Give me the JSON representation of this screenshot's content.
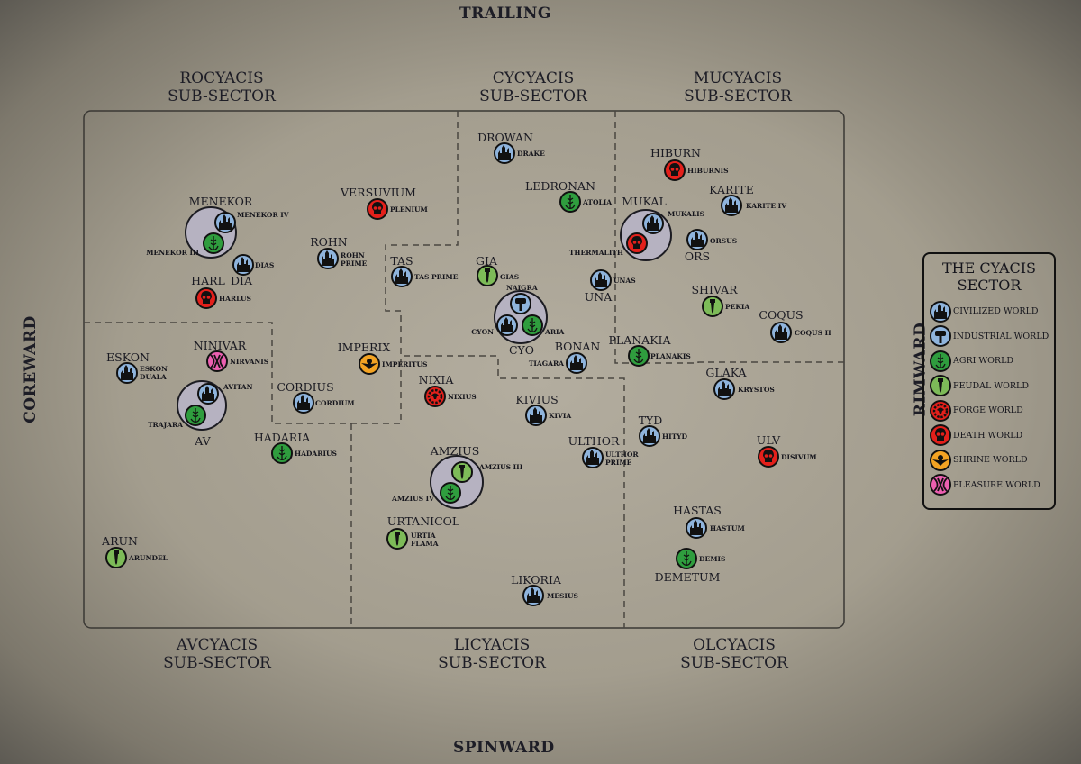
{
  "directions": {
    "top": "TRAILING",
    "bottom": "SPINWARD",
    "left": "COREWARD",
    "right": "RIMWARD"
  },
  "subsectors": [
    {
      "name": "ROCYACIS",
      "suffix": "SUB-SECTOR"
    },
    {
      "name": "CYCYACIS",
      "suffix": "SUB-SECTOR"
    },
    {
      "name": "MUCYACIS",
      "suffix": "SUB-SECTOR"
    },
    {
      "name": "AVCYACIS",
      "suffix": "SUB-SECTOR"
    },
    {
      "name": "LICYACIS",
      "suffix": "SUB-SECTOR"
    },
    {
      "name": "OLCYACIS",
      "suffix": "SUB-SECTOR"
    }
  ],
  "legend": {
    "title": "THE CYACIS SECTOR",
    "items": [
      {
        "type": "civilized",
        "label": "CIVILIZED WORLD"
      },
      {
        "type": "industrial",
        "label": "INDUSTRIAL WORLD"
      },
      {
        "type": "agri",
        "label": "AGRI WORLD"
      },
      {
        "type": "feudal",
        "label": "FEUDAL WORLD"
      },
      {
        "type": "forge",
        "label": "FORGE WORLD"
      },
      {
        "type": "death",
        "label": "DEATH WORLD"
      },
      {
        "type": "shrine",
        "label": "SHRINE WORLD"
      },
      {
        "type": "pleasure",
        "label": "PLEASURE WORLD"
      }
    ]
  },
  "colors": {
    "civilized": "#8fb4dc",
    "industrial": "#8fb4dc",
    "agri": "#2f9d3e",
    "feudal": "#7dbb58",
    "forge": "#e3201b",
    "death": "#e3201b",
    "shrine": "#f3a323",
    "pleasure": "#ec5fb0",
    "group": "#b6b2c1"
  },
  "systems": [
    {
      "name": "MENEKOR",
      "planets": [
        {
          "name": "MENEKOR IV",
          "type": "civilized"
        },
        {
          "name": "MENEKOR III",
          "type": "agri"
        }
      ]
    },
    {
      "name": "DIA",
      "planets": [
        {
          "name": "DIAS",
          "type": "civilized"
        }
      ]
    },
    {
      "name": "HARL",
      "planets": [
        {
          "name": "HARLUS",
          "type": "death"
        }
      ]
    },
    {
      "name": "VERSUVIUM",
      "planets": [
        {
          "name": "PLENIUM",
          "type": "death"
        }
      ]
    },
    {
      "name": "ROHN",
      "planets": [
        {
          "name": "ROHN PRIME",
          "type": "civilized"
        }
      ]
    },
    {
      "name": "TAS",
      "planets": [
        {
          "name": "TAS PRIME",
          "type": "civilized"
        }
      ]
    },
    {
      "name": "DROWAN",
      "planets": [
        {
          "name": "DRAKE",
          "type": "civilized"
        }
      ]
    },
    {
      "name": "LEDRONAN",
      "planets": [
        {
          "name": "ATOLIA",
          "type": "agri"
        }
      ]
    },
    {
      "name": "GIA",
      "planets": [
        {
          "name": "GIAS",
          "type": "feudal"
        }
      ]
    },
    {
      "name": "CYO",
      "planets": [
        {
          "name": "NAIGRA",
          "type": "industrial"
        },
        {
          "name": "CYON",
          "type": "civilized"
        },
        {
          "name": "ARIA",
          "type": "agri"
        }
      ]
    },
    {
      "name": "UNA",
      "planets": [
        {
          "name": "UNAS",
          "type": "civilized"
        }
      ]
    },
    {
      "name": "BONAN",
      "planets": [
        {
          "name": "TIAGARA",
          "type": "civilized"
        }
      ]
    },
    {
      "name": "MUKAL",
      "planets": [
        {
          "name": "MUKALIS",
          "type": "civilized"
        },
        {
          "name": "THERMALITH",
          "type": "death"
        }
      ]
    },
    {
      "name": "HIBURN",
      "planets": [
        {
          "name": "HIBURNIS",
          "type": "death"
        }
      ]
    },
    {
      "name": "KARITE",
      "planets": [
        {
          "name": "KARITE IV",
          "type": "civilized"
        }
      ]
    },
    {
      "name": "ORS",
      "planets": [
        {
          "name": "ORSUS",
          "type": "civilized"
        }
      ]
    },
    {
      "name": "SHIVAR",
      "planets": [
        {
          "name": "PEKIA",
          "type": "feudal"
        }
      ]
    },
    {
      "name": "COQUS",
      "planets": [
        {
          "name": "COQUS II",
          "type": "civilized"
        }
      ]
    },
    {
      "name": "PLANAKIA",
      "planets": [
        {
          "name": "PLANAKIS",
          "type": "agri"
        }
      ]
    },
    {
      "name": "GLAKA",
      "planets": [
        {
          "name": "KRYSTOS",
          "type": "civilized"
        }
      ]
    },
    {
      "name": "TYD",
      "planets": [
        {
          "name": "HITYD",
          "type": "civilized"
        }
      ]
    },
    {
      "name": "ULV",
      "planets": [
        {
          "name": "DISIVUM",
          "type": "death"
        }
      ]
    },
    {
      "name": "HASTAS",
      "planets": [
        {
          "name": "HASTUM",
          "type": "civilized"
        }
      ]
    },
    {
      "name": "DEMETUM",
      "planets": [
        {
          "name": "DEMIS",
          "type": "agri"
        }
      ]
    },
    {
      "name": "KIVIUS",
      "planets": [
        {
          "name": "KIVIA",
          "type": "civilized"
        }
      ]
    },
    {
      "name": "ULTHOR",
      "planets": [
        {
          "name": "ULTHOR PRIME",
          "type": "civilized"
        }
      ]
    },
    {
      "name": "NIXIA",
      "planets": [
        {
          "name": "NIXIUS",
          "type": "forge"
        }
      ]
    },
    {
      "name": "IMPERIX",
      "planets": [
        {
          "name": "IMPERITUS",
          "type": "shrine"
        }
      ]
    },
    {
      "name": "CORDIUS",
      "planets": [
        {
          "name": "CORDIUM",
          "type": "civilized"
        }
      ]
    },
    {
      "name": "NINIVAR",
      "planets": [
        {
          "name": "NIRVANIS",
          "type": "pleasure"
        }
      ]
    },
    {
      "name": "ESKON",
      "planets": [
        {
          "name": "ESKON DUALA",
          "type": "civilized"
        }
      ]
    },
    {
      "name": "AV",
      "planets": [
        {
          "name": "AVITAN",
          "type": "civilized"
        },
        {
          "name": "TRAJARA",
          "type": "agri"
        }
      ]
    },
    {
      "name": "HADARIA",
      "planets": [
        {
          "name": "HADARIUS",
          "type": "agri"
        }
      ]
    },
    {
      "name": "AMZIUS",
      "planets": [
        {
          "name": "AMZIUS III",
          "type": "feudal"
        },
        {
          "name": "AMZIUS IV",
          "type": "agri"
        }
      ]
    },
    {
      "name": "URTANICOL",
      "planets": [
        {
          "name": "URTIA FLAMA",
          "type": "feudal"
        }
      ]
    },
    {
      "name": "ARUN",
      "planets": [
        {
          "name": "ARUNDEL",
          "type": "feudal"
        }
      ]
    },
    {
      "name": "LIKORIA",
      "planets": [
        {
          "name": "MESIUS",
          "type": "civilized"
        }
      ]
    }
  ]
}
